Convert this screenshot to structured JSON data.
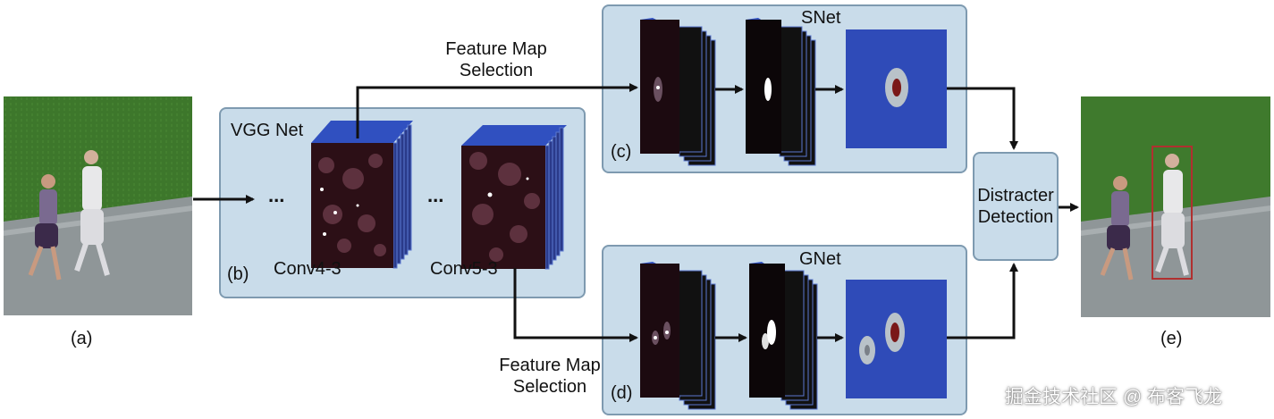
{
  "labels": {
    "a": "(a)",
    "b": "(b)",
    "c": "(c)",
    "d": "(d)",
    "e": "(e)"
  },
  "vgg": {
    "title": "VGG Net",
    "conv4": "Conv4-3",
    "conv5": "Conv5-3",
    "dots": "..."
  },
  "snet": {
    "title": "SNet"
  },
  "gnet": {
    "title": "GNet"
  },
  "feature_map_top": [
    "Feature Map",
    "Selection"
  ],
  "feature_map_bottom": [
    "Feature Map",
    "Selection"
  ],
  "distracter": [
    "Distracter",
    "Detection"
  ],
  "watermark": "掘金技术社区 @ 布客飞龙",
  "colors": {
    "panel": "#c9dcea",
    "panel_border": "#7e9ab0",
    "map_blue": "#2f4bb8",
    "arrow": "#111111",
    "box_red": "#b03030"
  }
}
